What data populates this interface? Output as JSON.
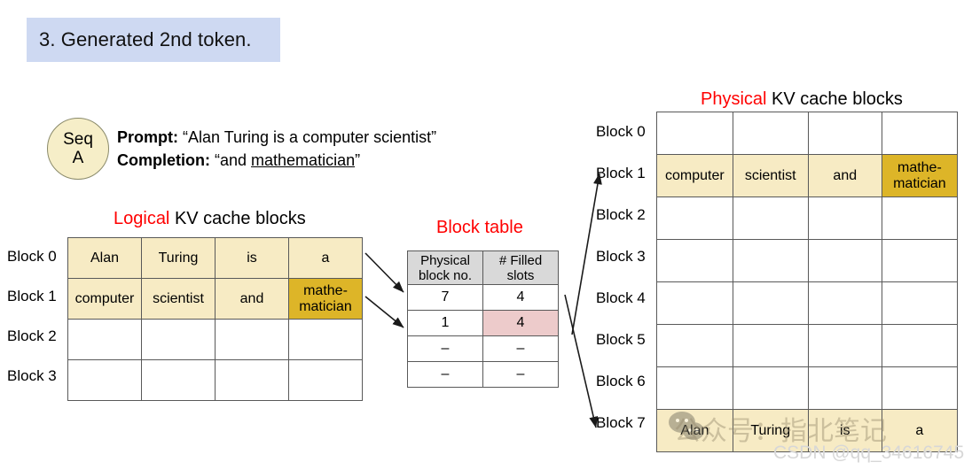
{
  "title": {
    "text": "3. Generated 2nd token.",
    "banner_color": "#ced9f2"
  },
  "seq": {
    "line1": "Seq",
    "line2": "A",
    "fill": "#f6eec8"
  },
  "prompt": {
    "prompt_label": "Prompt:",
    "prompt_text": " “Alan Turing is a computer scientist”",
    "completion_label": "Completion:",
    "completion_prefix": " “and ",
    "completion_underlined": "mathematician",
    "completion_suffix": "”"
  },
  "logical": {
    "title_red": "Logical",
    "title_rest": " KV cache blocks",
    "row_labels": [
      "Block 0",
      "Block 1",
      "Block 2",
      "Block 3"
    ],
    "rows": [
      {
        "cells": [
          "Alan",
          "Turing",
          "is",
          "a"
        ],
        "styles": [
          "filled",
          "filled",
          "filled",
          "filled"
        ]
      },
      {
        "cells": [
          "computer",
          "scientist",
          "and",
          "mathe-\nmatician"
        ],
        "styles": [
          "filled",
          "filled",
          "filled",
          "new"
        ]
      },
      {
        "cells": [
          "",
          "",
          "",
          ""
        ],
        "styles": [
          "empty",
          "empty",
          "empty",
          "empty"
        ]
      },
      {
        "cells": [
          "",
          "",
          "",
          ""
        ],
        "styles": [
          "empty",
          "empty",
          "empty",
          "empty"
        ]
      }
    ]
  },
  "block_table": {
    "title": "Block table",
    "headers": [
      "Physical\nblock no.",
      "# Filled\nslots"
    ],
    "rows": [
      {
        "cells": [
          "7",
          "4"
        ],
        "styles": [
          "plain",
          "plain"
        ]
      },
      {
        "cells": [
          "1",
          "4"
        ],
        "styles": [
          "plain",
          "pink"
        ]
      },
      {
        "cells": [
          "–",
          "–"
        ],
        "styles": [
          "plain",
          "plain"
        ]
      },
      {
        "cells": [
          "–",
          "–"
        ],
        "styles": [
          "plain",
          "plain"
        ]
      }
    ]
  },
  "physical": {
    "title_red": "Physical",
    "title_rest": " KV cache blocks",
    "row_labels": [
      "Block 0",
      "Block 1",
      "Block 2",
      "Block 3",
      "Block 4",
      "Block 5",
      "Block 6",
      "Block 7"
    ],
    "rows": [
      {
        "cells": [
          "",
          "",
          "",
          ""
        ],
        "styles": [
          "empty",
          "empty",
          "empty",
          "empty"
        ]
      },
      {
        "cells": [
          "computer",
          "scientist",
          "and",
          "mathe-\nmatician"
        ],
        "styles": [
          "filled",
          "filled",
          "filled",
          "new"
        ]
      },
      {
        "cells": [
          "",
          "",
          "",
          ""
        ],
        "styles": [
          "empty",
          "empty",
          "empty",
          "empty"
        ]
      },
      {
        "cells": [
          "",
          "",
          "",
          ""
        ],
        "styles": [
          "empty",
          "empty",
          "empty",
          "empty"
        ]
      },
      {
        "cells": [
          "",
          "",
          "",
          ""
        ],
        "styles": [
          "empty",
          "empty",
          "empty",
          "empty"
        ]
      },
      {
        "cells": [
          "",
          "",
          "",
          ""
        ],
        "styles": [
          "empty",
          "empty",
          "empty",
          "empty"
        ]
      },
      {
        "cells": [
          "",
          "",
          "",
          ""
        ],
        "styles": [
          "empty",
          "empty",
          "empty",
          "empty"
        ]
      },
      {
        "cells": [
          "Alan",
          "Turing",
          "is",
          "a"
        ],
        "styles": [
          "filled",
          "filled",
          "filled",
          "filled"
        ]
      }
    ]
  },
  "watermarks": {
    "wechat": "公众号：指北笔记",
    "csdn": "CSDN @qq_34616745"
  },
  "colors": {
    "accent_red": "#ff0000",
    "cell_filled": "#f7ebc4",
    "cell_new": "#ddb528",
    "header_gray": "#d9d9d9",
    "pink": "#edcbcb",
    "banner_blue": "#ced9f2"
  }
}
